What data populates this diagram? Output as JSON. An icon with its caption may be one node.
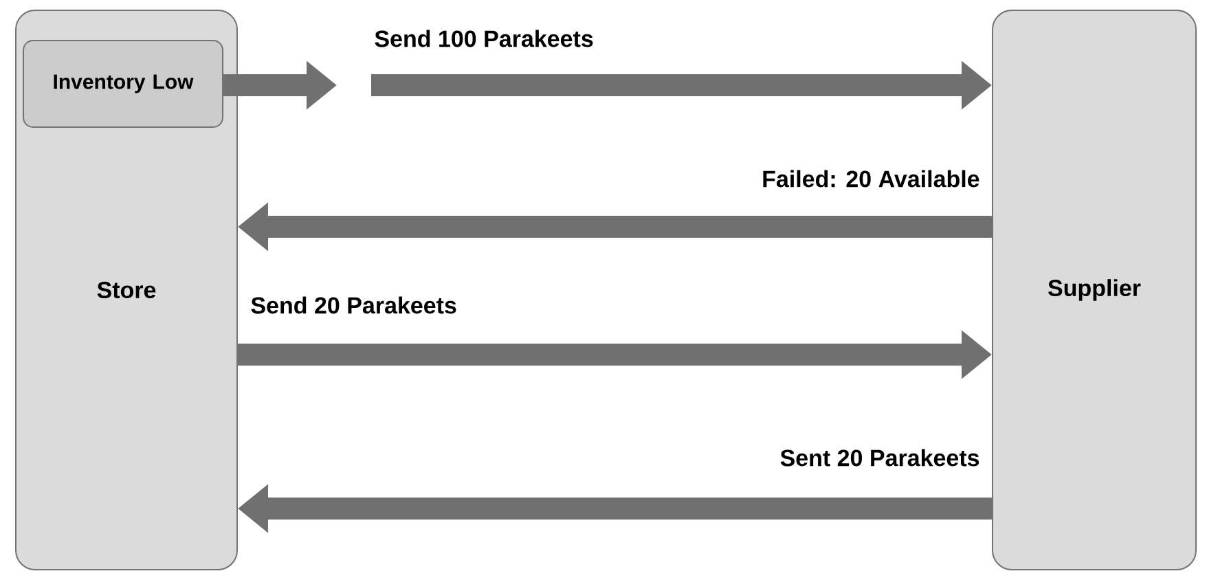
{
  "diagram": {
    "nodes": [
      {
        "text": [
          "Store"
        ]
      },
      {
        "text": [
          "Inventory Low"
        ],
        "in": 0
      },
      {
        "text": [
          "Supplier"
        ]
      }
    ],
    "edges": [
      {
        "from": 1,
        "to": null,
        "arrow": "to"
      },
      {
        "from": null,
        "to": 2,
        "arrow": "to",
        "label": "Send 100 Parakeets"
      },
      {
        "from": 2,
        "to": 0,
        "arrow": "to",
        "label": "Failed: 20 Available"
      },
      {
        "from": 0,
        "to": 2,
        "arrow": "to",
        "label": "Send 20 Parakeets"
      },
      {
        "from": 2,
        "to": 0,
        "arrow": "to",
        "label": "Sent 20 Parakeets"
      }
    ]
  }
}
